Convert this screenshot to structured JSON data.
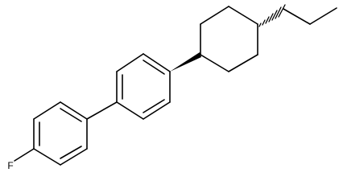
{
  "molecule": {
    "atom_labels": [
      {
        "id": "fluorine",
        "text": "F"
      }
    ],
    "stereo": {
      "aryl_to_cyclohexyl": "wedge",
      "cyclohexyl_to_propyl": "hash"
    }
  }
}
